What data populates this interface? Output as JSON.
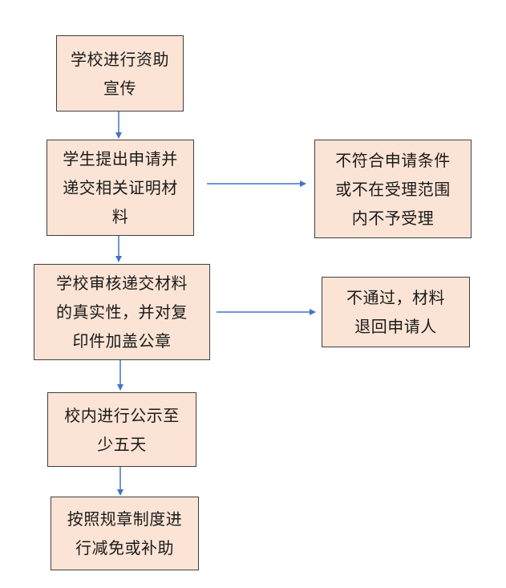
{
  "colors": {
    "box_fill": "#fbe4d5",
    "box_border": "#3f3f3f",
    "arrow": "#4472c4",
    "text": "#1a1a1a"
  },
  "flow": {
    "step1": "学校进行资助\n宣传",
    "step2": "学生提出申请并\n递交相关证明材\n料",
    "step3": "学校审核递交材料\n的真实性，并对复\n印件加盖公章",
    "step4": "校内进行公示至\n少五天",
    "step5": "按照规章制度进\n行减免或补助"
  },
  "branches": {
    "reject_ineligible": "不符合申请条件\n或不在受理范围\n内不予受理",
    "reject_failed": "不通过，材料\n退回申请人"
  }
}
